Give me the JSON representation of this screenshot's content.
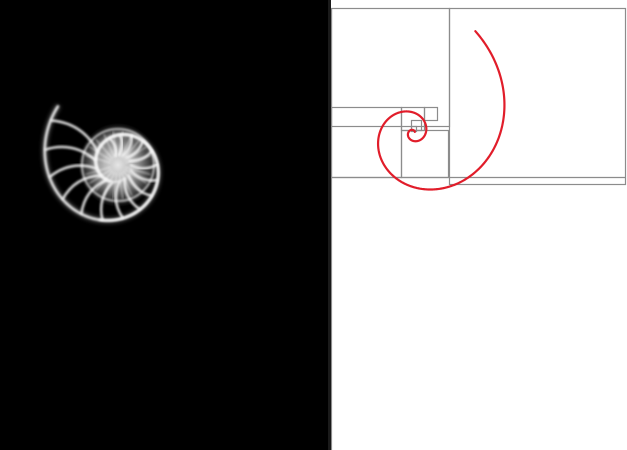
{
  "figure": {
    "left_panel": {
      "subject": "nautilus-shell-xray",
      "background_color": "#000000",
      "shell_color": "#ffffff",
      "chamber_count": 16
    },
    "right_panel": {
      "subject": "golden-spiral-construction",
      "background_color": "#ffffff",
      "grid_line_color": "#8c8c8c",
      "spiral_color": "#e11d2a",
      "square_count": 8
    }
  }
}
